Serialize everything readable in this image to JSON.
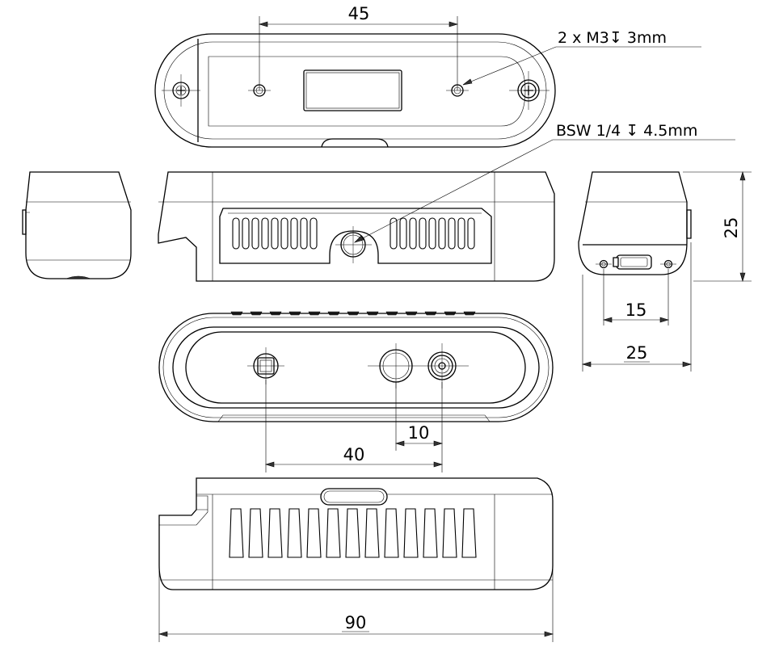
{
  "dimensions": {
    "holes_spacing": "45",
    "depth": "25",
    "front_holes_spacing": "15",
    "width_side": "25",
    "hole_offset": "10",
    "port_spacing": "40",
    "length": "90"
  },
  "callouts": {
    "m3_holes": "2 x M3↧ 3mm",
    "tripod_thread": "BSW 1/4 ↧ 4.5mm"
  }
}
